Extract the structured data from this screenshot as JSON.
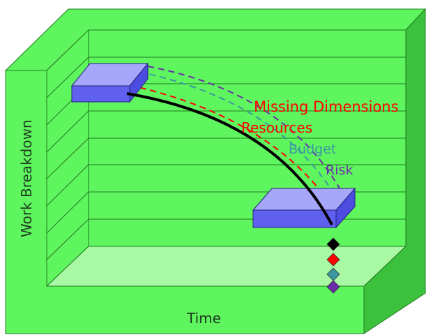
{
  "axes": {
    "x_label": "Time",
    "y_label": "Work Breakdown"
  },
  "annotations": {
    "title": "Missing Dimensions",
    "resources": "Resources",
    "budget": "Budget",
    "risk": "Risk"
  },
  "colors": {
    "box_face": "#5ff55f",
    "box_light": "#a9f9a4",
    "box_dark": "#3cc13c",
    "block": "#6060ef",
    "block_top": "#a6a6fb",
    "main_path": "#000000",
    "resources": "#ff0000",
    "budget": "#3c96a0",
    "risk": "#6a2ea8"
  }
}
